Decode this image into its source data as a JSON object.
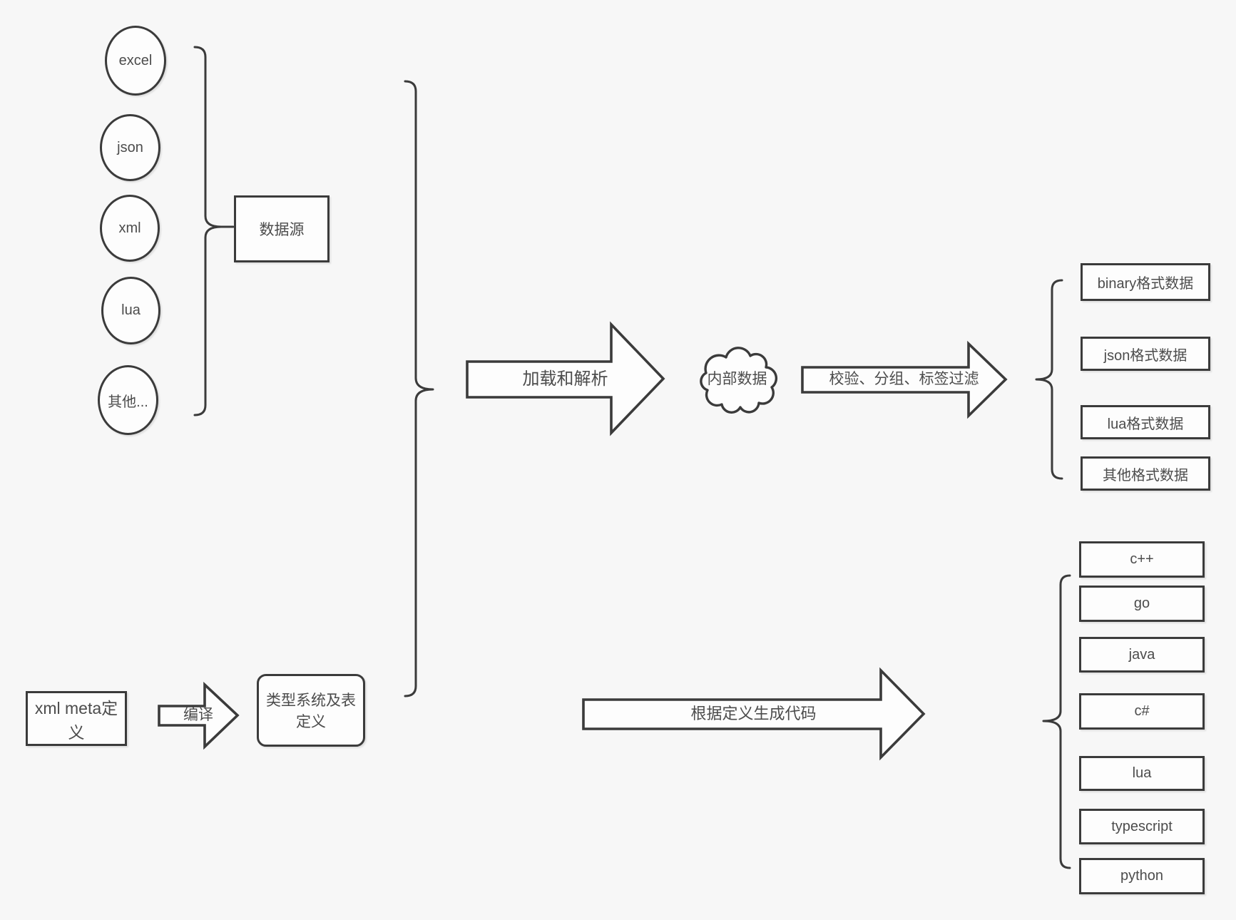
{
  "canvas": {
    "background": "#f7f7f7",
    "shape_fill": "#fdfdfd",
    "stroke_color": "#3b3b3b",
    "text_color": "#4c4c4c"
  },
  "sources": {
    "group_label": "数据源",
    "items": [
      "excel",
      "json",
      "xml",
      "lua",
      "其他..."
    ]
  },
  "pipeline": {
    "load_arrow_label": "加载和解析",
    "cloud_label": "内部数据",
    "filter_arrow_label": "校验、分组、标签过滤",
    "output_formats": [
      "binary格式数据",
      "json格式数据",
      "lua格式数据",
      "其他格式数据"
    ]
  },
  "definition": {
    "xml_meta_label": "xml meta定义",
    "compile_arrow_label": "编译",
    "type_system_label": "类型系统及表定义"
  },
  "codegen": {
    "arrow_label": "根据定义生成代码",
    "languages": [
      "c++",
      "go",
      "java",
      "c#",
      "lua",
      "typescript",
      "python"
    ]
  }
}
